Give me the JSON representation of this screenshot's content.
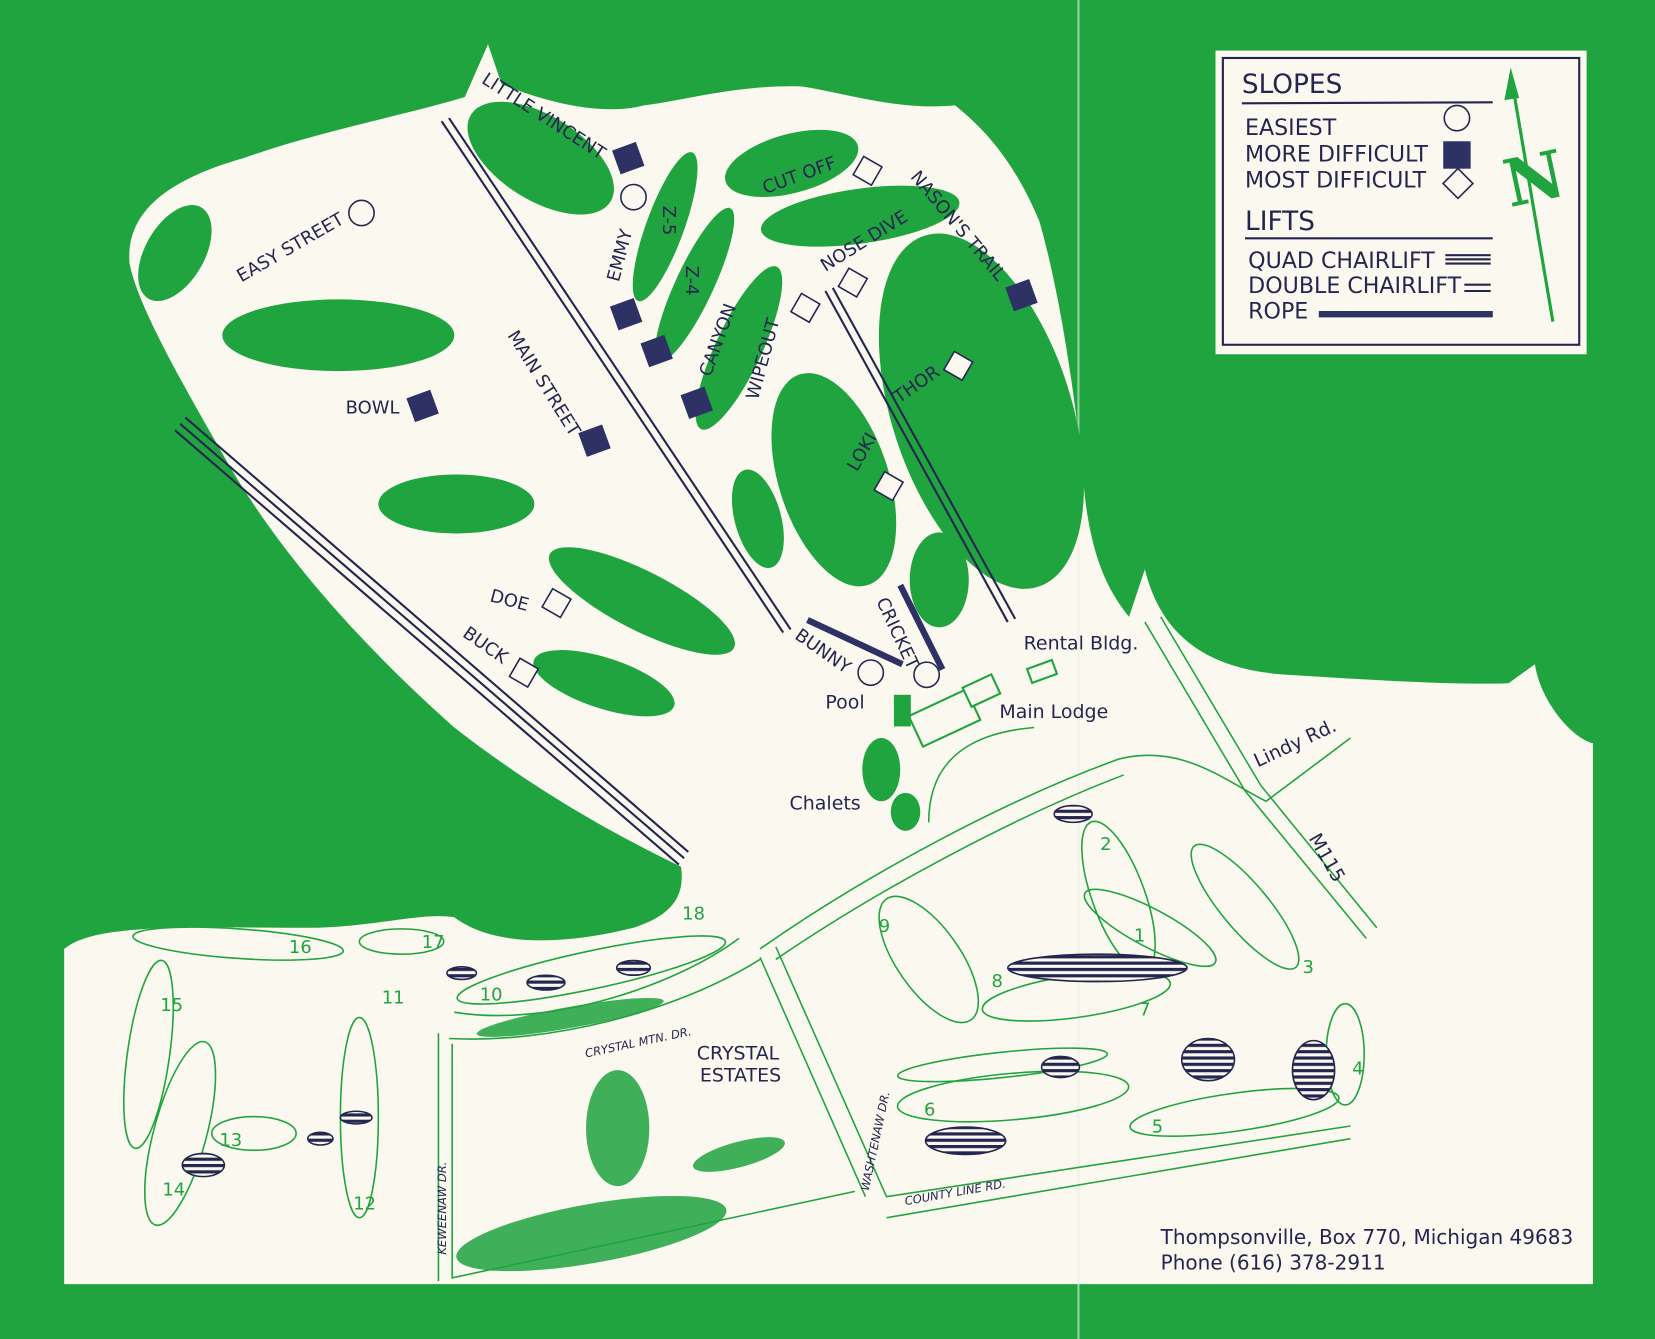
{
  "colors": {
    "background": "#1fa43f",
    "paper": "#fbf8ef",
    "ink": "#272a58",
    "more_difficult_fill": "#2e3163"
  },
  "trails": [
    {
      "name": "LITTLE VINCENT",
      "difficulty": "more-difficult"
    },
    {
      "name": "EMMY",
      "difficulty": "easiest"
    },
    {
      "name": "Z-5",
      "difficulty": "more-difficult"
    },
    {
      "name": "Z-4",
      "difficulty": "more-difficult"
    },
    {
      "name": "CANYON",
      "difficulty": "more-difficult"
    },
    {
      "name": "WIPEOUT",
      "difficulty": "most-difficult"
    },
    {
      "name": "CUT OFF",
      "difficulty": "most-difficult"
    },
    {
      "name": "NOSE DIVE",
      "difficulty": "most-difficult"
    },
    {
      "name": "NASON'S TRAIL",
      "difficulty": "more-difficult"
    },
    {
      "name": "THOR",
      "difficulty": "most-difficult"
    },
    {
      "name": "LOKI",
      "difficulty": "most-difficult"
    },
    {
      "name": "MAIN STREET",
      "difficulty": "more-difficult"
    },
    {
      "name": "BOWL",
      "difficulty": "more-difficult"
    },
    {
      "name": "EASY STREET",
      "difficulty": "easiest"
    },
    {
      "name": "DOE",
      "difficulty": "most-difficult"
    },
    {
      "name": "BUCK",
      "difficulty": "most-difficult"
    },
    {
      "name": "BUNNY",
      "difficulty": "easiest"
    },
    {
      "name": "CRICKET",
      "difficulty": "easiest"
    }
  ],
  "places": [
    "Rental Bldg.",
    "Main Lodge",
    "Pool",
    "Chalets",
    "Lindy Rd.",
    "M115"
  ],
  "roads": [
    "CRYSTAL MTN. DR.",
    "KEWEENAW DR.",
    "WASHTENAW DR.",
    "COUNTY LINE RD."
  ],
  "estates": {
    "line1": "CRYSTAL",
    "line2": "ESTATES"
  },
  "golf_holes": [
    "1",
    "2",
    "3",
    "4",
    "5",
    "6",
    "7",
    "8",
    "9",
    "10",
    "11",
    "12",
    "13",
    "14",
    "15",
    "16",
    "17",
    "18"
  ],
  "legend": {
    "slopes_title": "SLOPES",
    "easiest": "EASIEST",
    "more_difficult": "MORE DIFFICULT",
    "most_difficult": "MOST DIFFICULT",
    "lifts_title": "LIFTS",
    "quad": "QUAD CHAIRLIFT",
    "double": "DOUBLE CHAIRLIFT",
    "rope": "ROPE"
  },
  "north_label": "N",
  "contact": {
    "address": "Thompsonville, Box 770, Michigan  49683",
    "phone": "Phone (616) 378-2911"
  }
}
